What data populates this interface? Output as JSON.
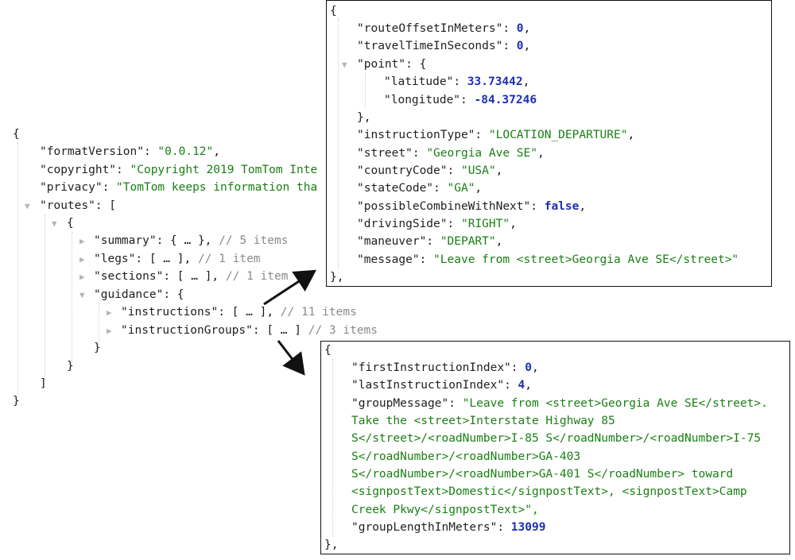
{
  "main": {
    "l0": "{",
    "formatVersion": {
      "key": "\"formatVersion\"",
      "value": "\"0.0.12\""
    },
    "copyright": {
      "key": "\"copyright\"",
      "value": "\"Copyright 2019 TomTom Inte"
    },
    "privacy": {
      "key": "\"privacy\"",
      "value": "\"TomTom keeps information tha"
    },
    "routes": {
      "key": "\"routes\"",
      "open": ": ["
    },
    "route_open": "{",
    "summary": {
      "key": "\"summary\"",
      "collapsed": ": { … },",
      "comment": "// 5 items"
    },
    "legs": {
      "key": "\"legs\"",
      "collapsed": ": [ … ],",
      "comment": "// 1 item"
    },
    "sections": {
      "key": "\"sections\"",
      "collapsed": ": [ … ],",
      "comment": "// 1 item"
    },
    "guidance": {
      "key": "\"guidance\"",
      "open": ": {"
    },
    "instructions": {
      "key": "\"instructions\"",
      "collapsed": ": [ … ],",
      "comment": "// 11 items"
    },
    "instructionGroups": {
      "key": "\"instructionGroups\"",
      "collapsed": ": [ … ]",
      "comment": "// 3 items"
    },
    "close_guidance": "}",
    "close_route": "}",
    "close_routes": "]",
    "close_root": "}"
  },
  "instruction_panel": {
    "open": "{",
    "routeOffsetInMeters": {
      "key": "\"routeOffsetInMeters\"",
      "value": "0"
    },
    "travelTimeInSeconds": {
      "key": "\"travelTimeInSeconds\"",
      "value": "0"
    },
    "point": {
      "key": "\"point\"",
      "open": ": {"
    },
    "latitude": {
      "key": "\"latitude\"",
      "value": "33.73442"
    },
    "longitude": {
      "key": "\"longitude\"",
      "value": "-84.37246"
    },
    "point_close": "},",
    "instructionType": {
      "key": "\"instructionType\"",
      "value": "\"LOCATION_DEPARTURE\""
    },
    "street": {
      "key": "\"street\"",
      "value": "\"Georgia Ave SE\""
    },
    "countryCode": {
      "key": "\"countryCode\"",
      "value": "\"USA\""
    },
    "stateCode": {
      "key": "\"stateCode\"",
      "value": "\"GA\""
    },
    "possibleCombineWithNext": {
      "key": "\"possibleCombineWithNext\"",
      "value": "false"
    },
    "drivingSide": {
      "key": "\"drivingSide\"",
      "value": "\"RIGHT\""
    },
    "maneuver": {
      "key": "\"maneuver\"",
      "value": "\"DEPART\""
    },
    "message": {
      "key": "\"message\"",
      "value": "\"Leave from <street>Georgia Ave SE</street>\""
    },
    "close": "},"
  },
  "group_panel": {
    "open": "{",
    "firstInstructionIndex": {
      "key": "\"firstInstructionIndex\"",
      "value": "0"
    },
    "lastInstructionIndex": {
      "key": "\"lastInstructionIndex\"",
      "value": "4"
    },
    "groupMessage": {
      "key": "\"groupMessage\"",
      "lines": [
        "\"Leave from <street>Georgia Ave SE</street>.",
        "Take the <street>Interstate Highway 85",
        "S</street>/<roadNumber>I-85 S</roadNumber>/<roadNumber>I-75",
        "S</roadNumber>/<roadNumber>GA-403",
        "S</roadNumber>/<roadNumber>GA-401 S</roadNumber> toward",
        "<signpostText>Domestic</signpostText>, <signpostText>Camp",
        "Creek Pkwy</signpostText>\","
      ]
    },
    "groupLengthInMeters": {
      "key": "\"groupLengthInMeters\"",
      "value": "13099"
    },
    "close": "},"
  },
  "colors": {
    "string": "#1a7f14",
    "number": "#1d2fb5",
    "comment": "#8a8a8a",
    "border": "#111111"
  }
}
